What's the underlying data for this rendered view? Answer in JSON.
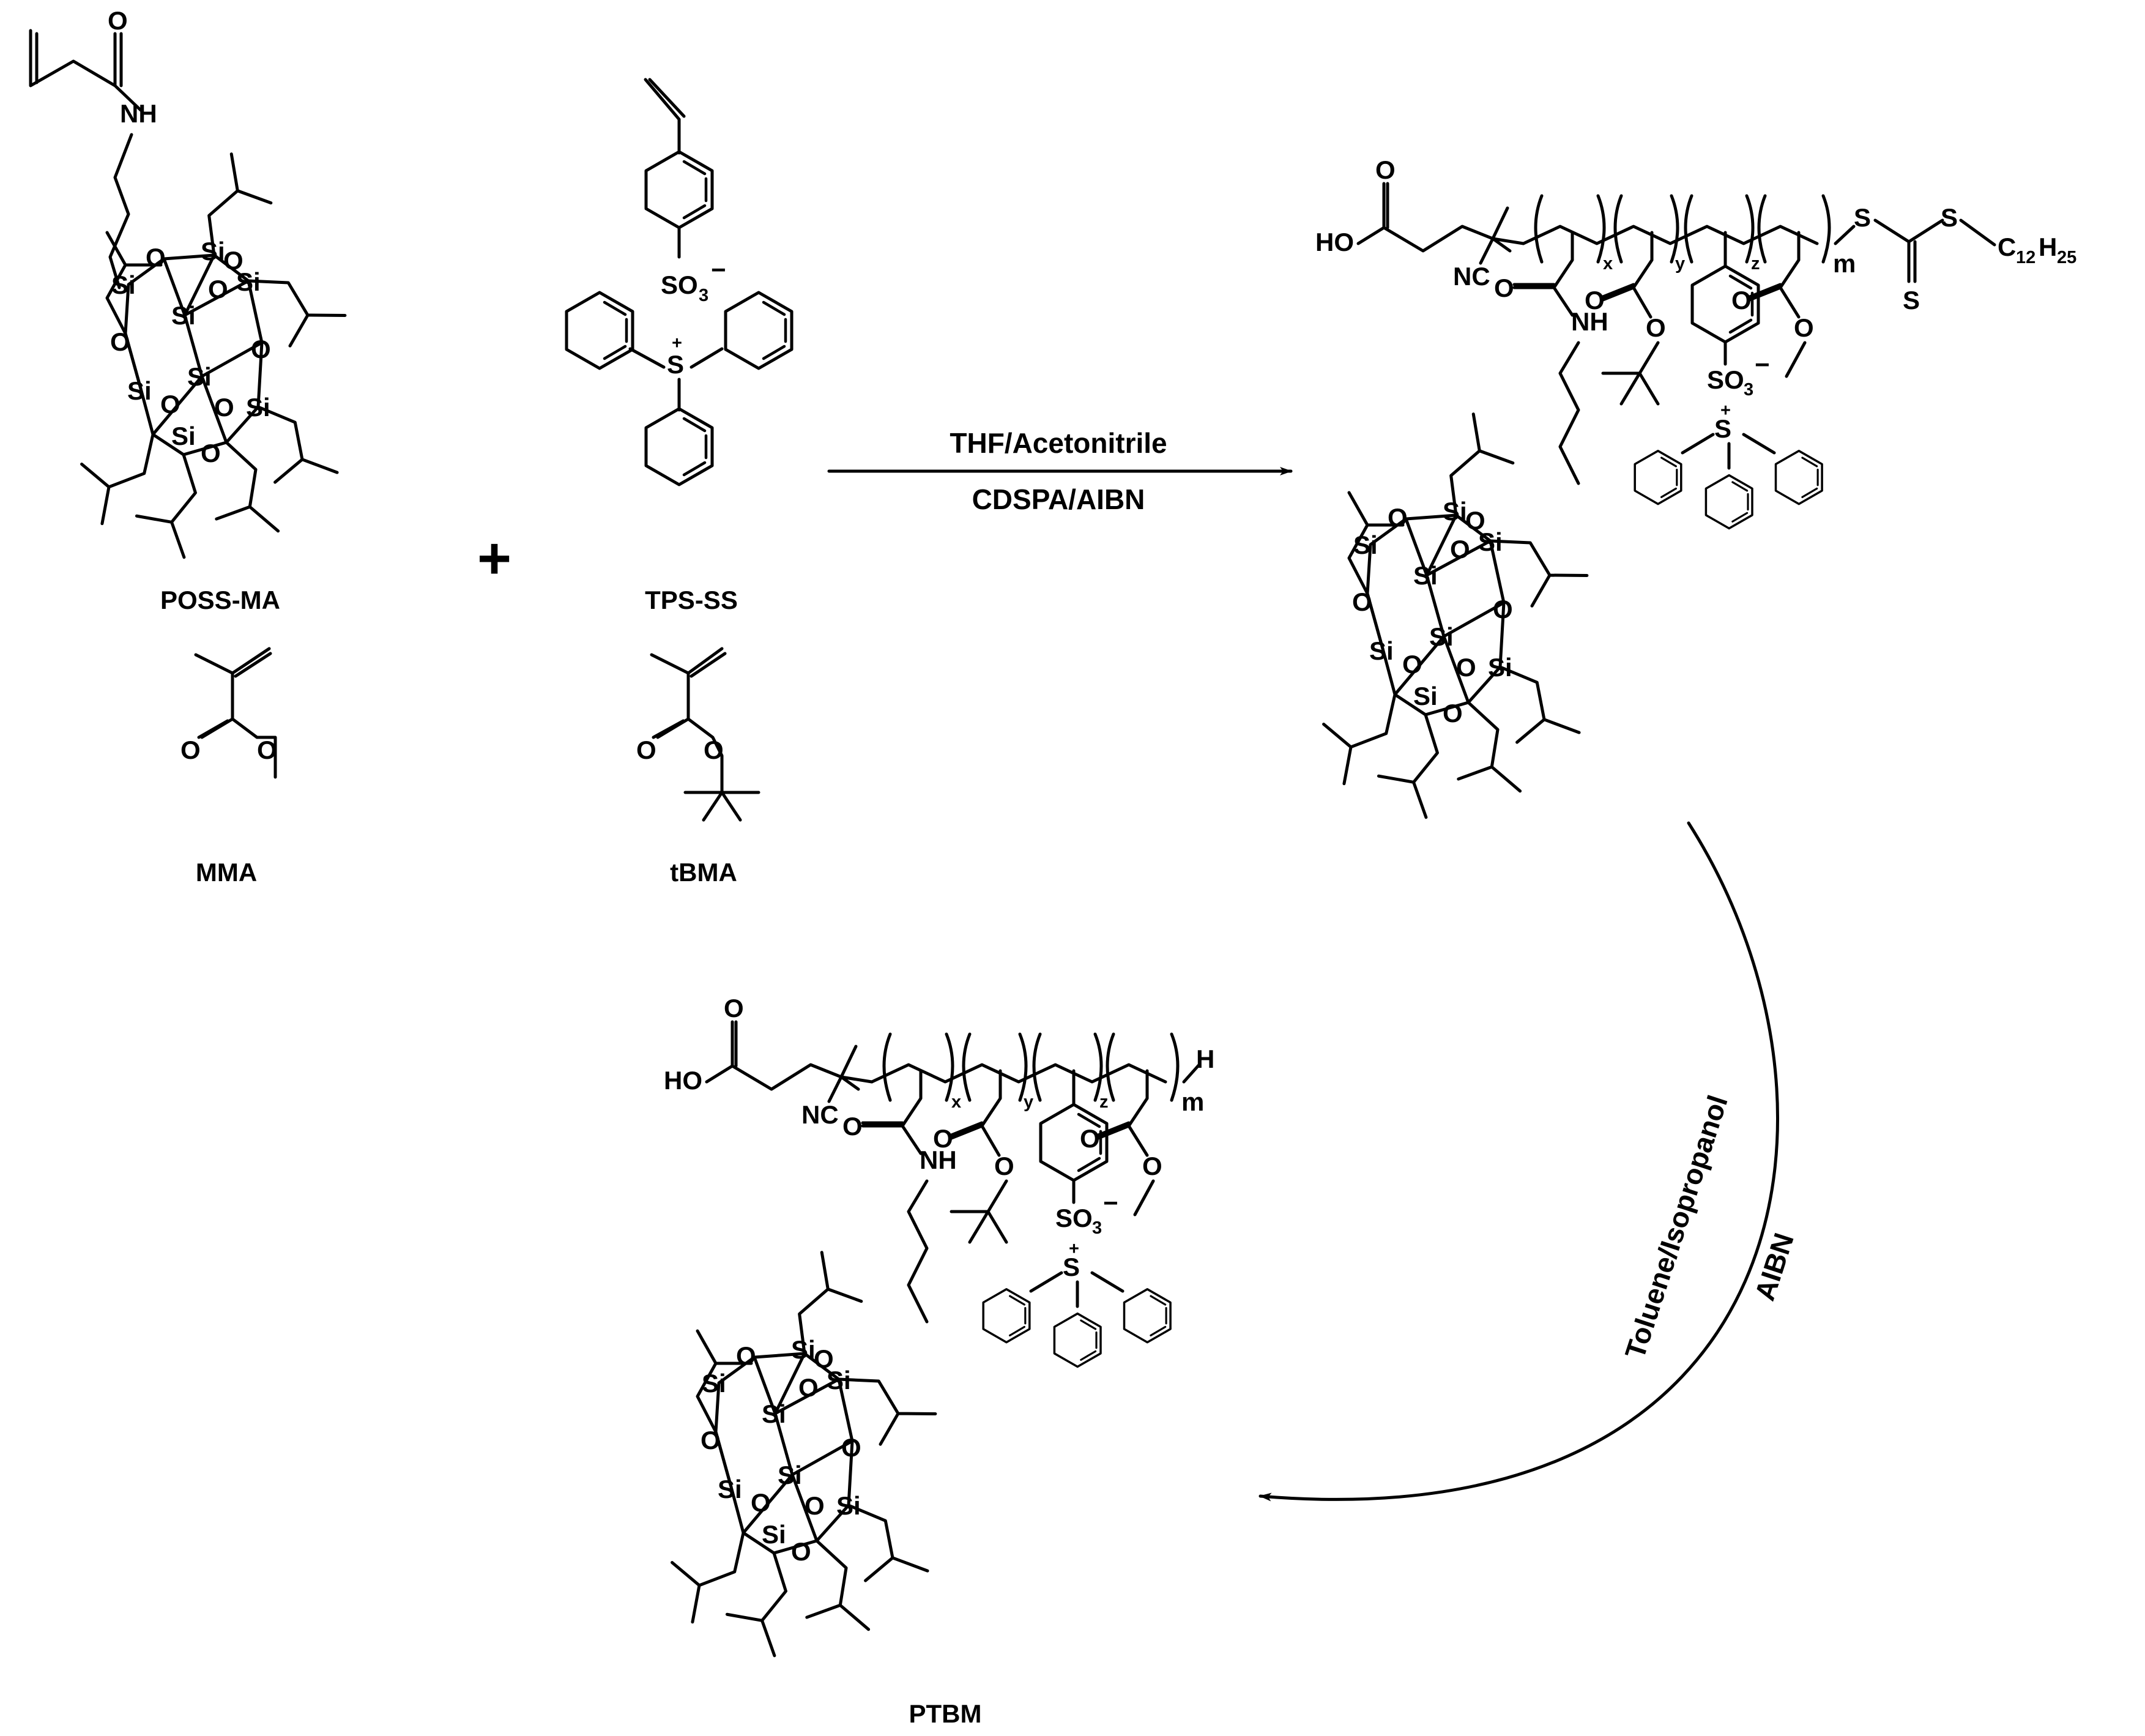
{
  "reactants": {
    "poss_ma": "POSS-MA",
    "tps_ss": "TPS-SS",
    "mma": "MMA",
    "tbma": "tBMA",
    "plus": "+"
  },
  "step1": {
    "solvent": "THF/Acetonitrile",
    "reagents": "CDSPA/AIBN"
  },
  "step2": {
    "solvent": "Toluene/Isopropanol",
    "reagent": "AIBN"
  },
  "product": {
    "name": "PTBM"
  },
  "atoms": {
    "O": "O",
    "NH": "NH",
    "Si": "Si",
    "S": "S",
    "H": "H",
    "HO": "HO",
    "NC": "NC",
    "SO": "SO",
    "three": "3",
    "minus": "−",
    "plusCharge": "+",
    "C": "C",
    "twelve": "12",
    "twentyfive": "25"
  },
  "repeat_units": {
    "x": "x",
    "y": "y",
    "z": "z",
    "m": "m"
  }
}
